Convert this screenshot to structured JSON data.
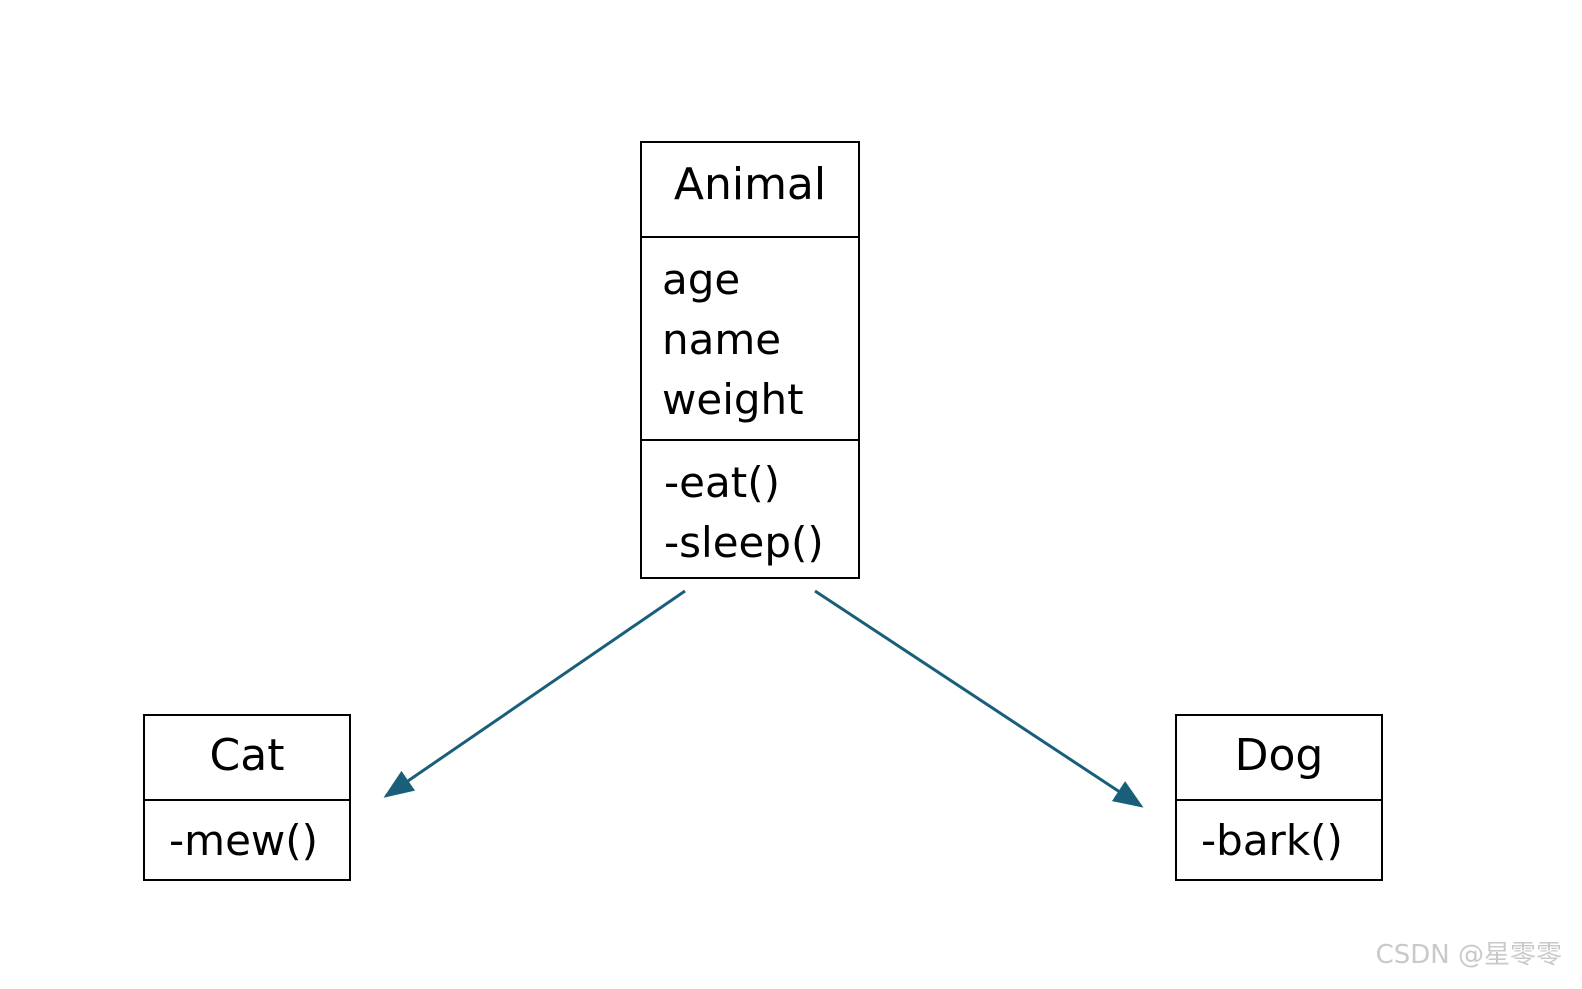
{
  "diagram": {
    "classes": [
      {
        "id": "animal",
        "name": "Animal",
        "attributes": [
          "age",
          "name",
          "weight"
        ],
        "methods": [
          "-eat()",
          "-sleep()"
        ]
      },
      {
        "id": "cat",
        "name": "Cat",
        "attributes": [],
        "methods": [
          "-mew()"
        ]
      },
      {
        "id": "dog",
        "name": "Dog",
        "attributes": [],
        "methods": [
          "-bark()"
        ]
      }
    ],
    "relations": [
      {
        "from": "animal",
        "to": "cat"
      },
      {
        "from": "animal",
        "to": "dog"
      }
    ],
    "arrow_color": "#1a5f7a"
  },
  "watermark": "CSDN @星零零"
}
